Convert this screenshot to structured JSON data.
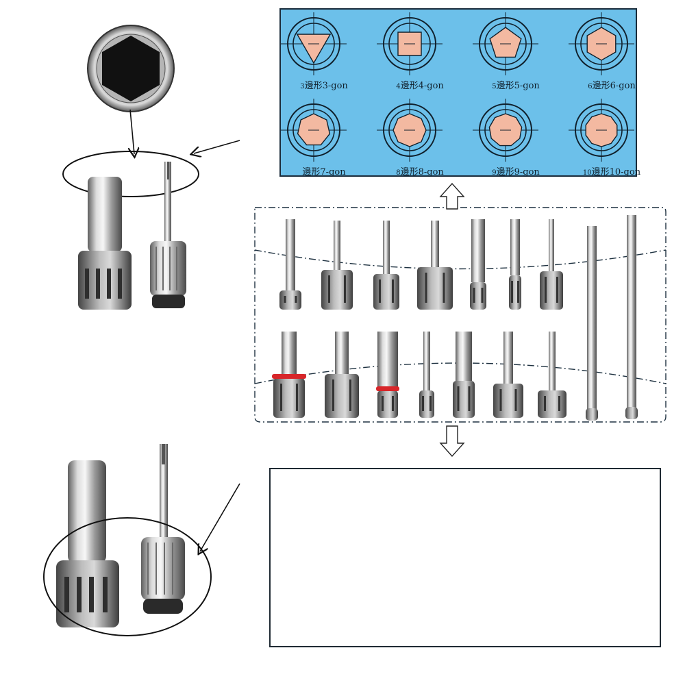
{
  "polygons": [
    {
      "num": "3",
      "label": "邊形3-gon",
      "sides": 3
    },
    {
      "num": "4",
      "label": "邊形4-gon",
      "sides": 4
    },
    {
      "num": "5",
      "label": "邊形5-gon",
      "sides": 5
    },
    {
      "num": "6",
      "label": "邊形6-gon",
      "sides": 6
    },
    {
      "num": "",
      "label": "邊形7-gon",
      "sides": 7
    },
    {
      "num": "8",
      "label": "邊形8-gon",
      "sides": 8
    },
    {
      "num": "9",
      "label": "邊形9-gon",
      "sides": 9
    },
    {
      "num": "10",
      "label": "邊形10-gon",
      "sides": 10
    }
  ],
  "colors": {
    "panel_bg": "#6cc0ea",
    "polygon_fill": "#f3b9a1",
    "metal_light": "#e8e8e8",
    "metal_dark": "#6e6e6e",
    "o_ring": "#d8262a"
  },
  "icons": [
    "hex-socket-icon",
    "double-arrow-up-icon",
    "double-arrow-down-icon"
  ]
}
